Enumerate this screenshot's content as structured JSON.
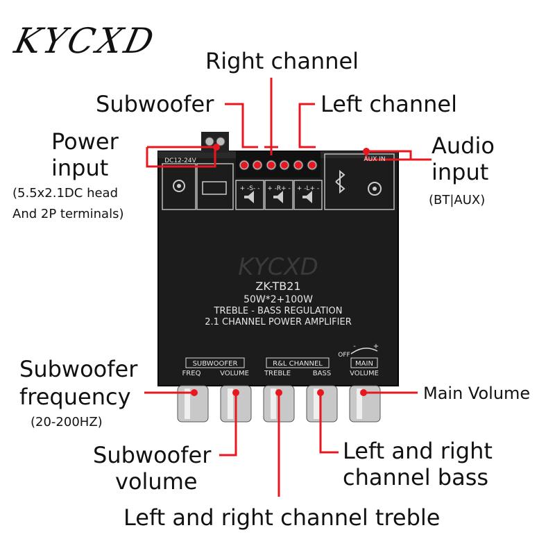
{
  "logo": "KYCXD",
  "colors": {
    "accent": "#e8171f",
    "board": "#1c1c1c",
    "board_text": "#e6e6e6"
  },
  "callouts": {
    "right_channel": "Right channel",
    "subwoofer": "Subwoofer",
    "left_channel": "Left channel",
    "power_input_1": "Power",
    "power_input_2": "input",
    "power_input_detail_1": "(5.5x2.1DC head",
    "power_input_detail_2": "And 2P terminals)",
    "audio_input_1": "Audio",
    "audio_input_2": "input",
    "audio_input_detail": "(BT|AUX)",
    "sub_freq_1": "Subwoofer",
    "sub_freq_2": "frequency",
    "sub_freq_detail": "(20-200HZ)",
    "main_volume": "Main Volume",
    "sub_volume_1": "Subwoofer",
    "sub_volume_2": "volume",
    "lr_bass_1": "Left and right",
    "lr_bass_2": "channel bass",
    "lr_treble": "Left and right channel treble"
  },
  "board": {
    "watermark": "KYCXD",
    "model": "ZK-TB21",
    "power_spec": "50W*2+100W",
    "line3": "TREBLE - BASS REGULATION",
    "line4": "2.1 CHANNEL POWER AMPLIFIER",
    "dc_label": "DC12-24V",
    "aux_label": "AUX IN",
    "speaker_s": "+ -S- -",
    "speaker_r": "+ -R+ -",
    "speaker_l": "+ -L+ -",
    "group_sub": "SUBWOOFER",
    "group_rl": "R&L CHANNEL",
    "group_main": "MAIN",
    "knob_freq": "FREQ",
    "knob_volume": "VOLUME",
    "knob_treble": "TREBLE",
    "knob_bass": "BASS",
    "knob_main_volume": "VOLUME",
    "off": "OFF",
    "minus": "-",
    "plus": "+"
  }
}
